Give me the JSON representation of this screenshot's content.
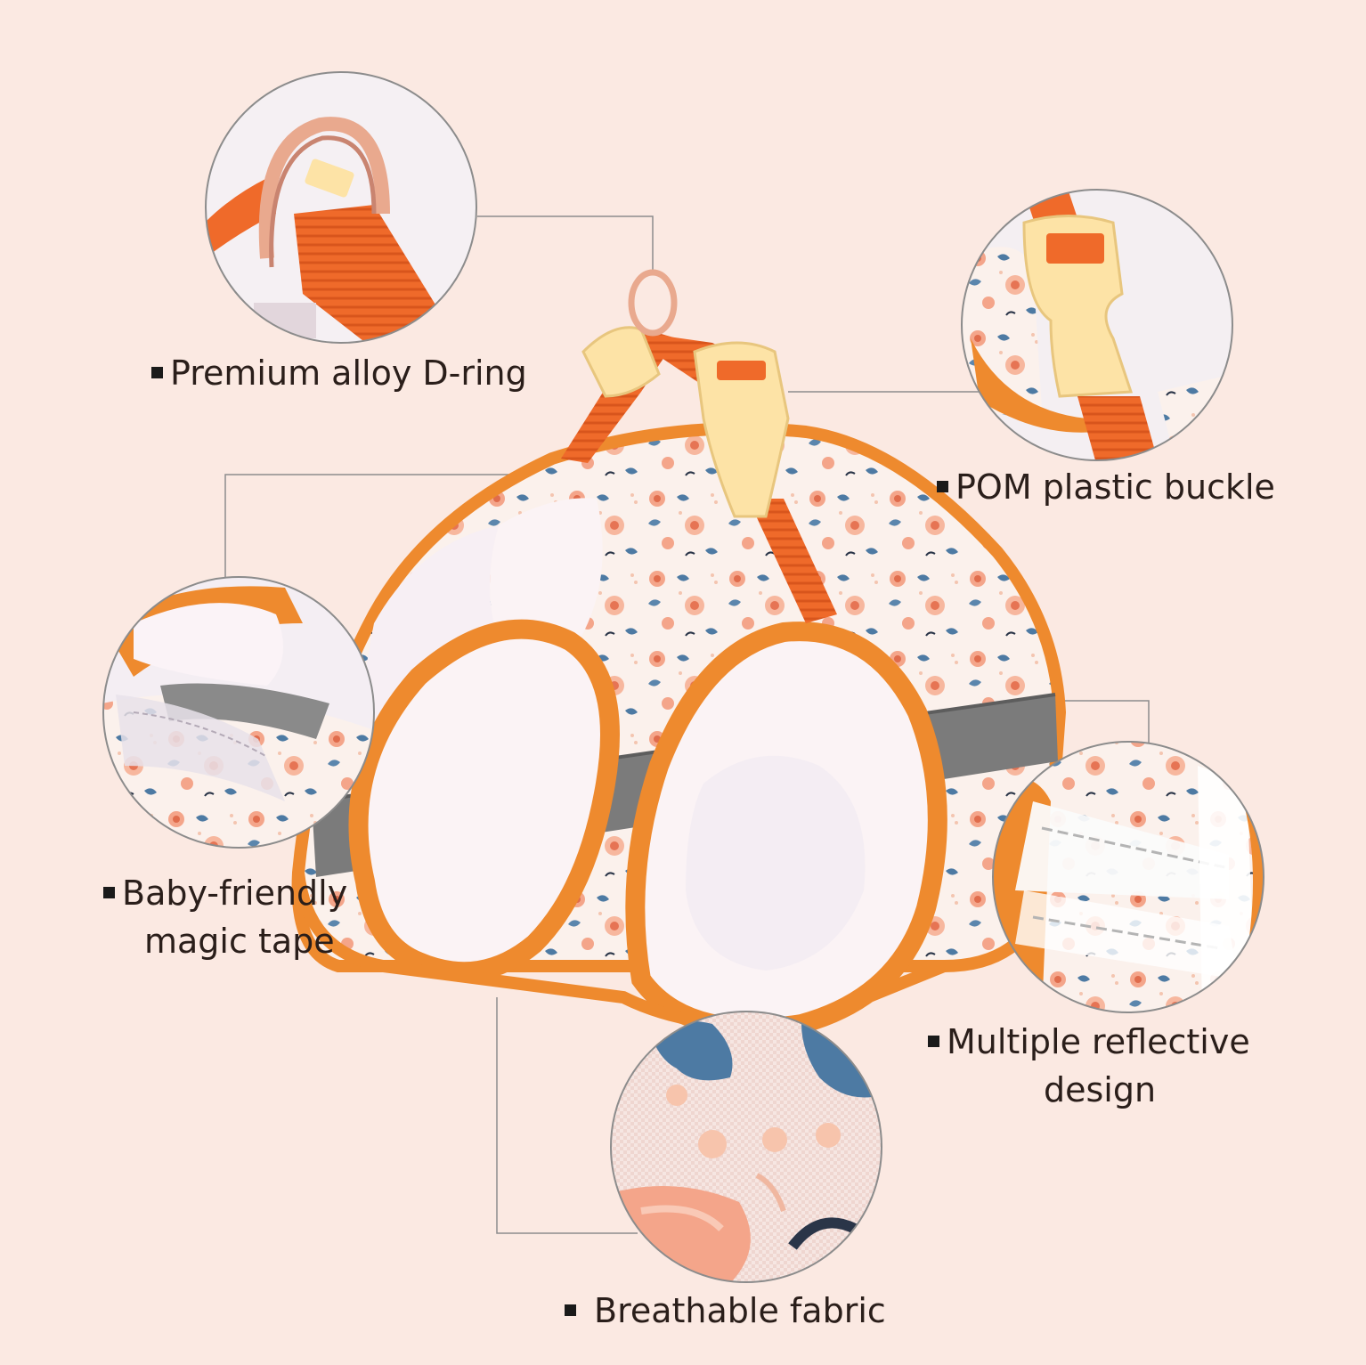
{
  "background_color": "#fbe9e2",
  "accent_color": "#ee8a2e",
  "strap_color": "#ef6a2a",
  "buckle_color": "#fde3a6",
  "reflective_color": "#7b7b7b",
  "features": [
    {
      "id": "d-ring",
      "icon": "d-ring-icon",
      "line1": "Premium alloy D-ring",
      "line2": ""
    },
    {
      "id": "buckle",
      "icon": "buckle-icon",
      "line1": "POM plastic buckle",
      "line2": ""
    },
    {
      "id": "magic-tape",
      "icon": "magic-tape-icon",
      "line1": "Baby-friendly",
      "line2": "magic tape"
    },
    {
      "id": "reflective",
      "icon": "reflective-strip-icon",
      "line1": "Multiple reflective",
      "line2": "design"
    },
    {
      "id": "fabric",
      "icon": "fabric-texture-icon",
      "line1": "Breathable fabric",
      "line2": ""
    }
  ]
}
